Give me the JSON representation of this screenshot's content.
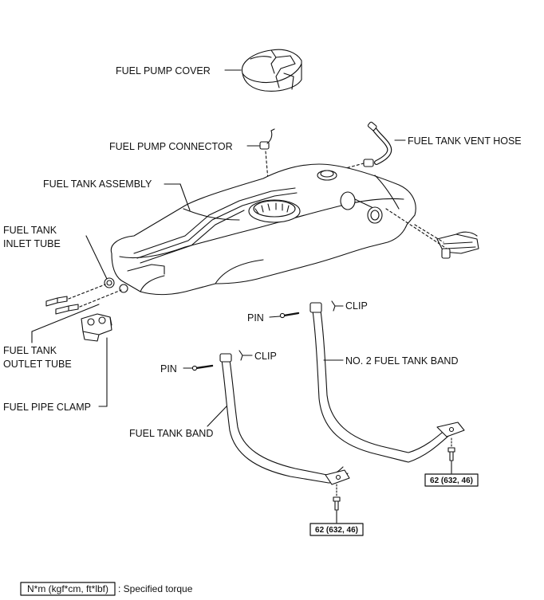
{
  "labels": {
    "fuel_pump_cover": "FUEL PUMP COVER",
    "fuel_pump_connector": "FUEL PUMP CONNECTOR",
    "fuel_tank_vent_hose": "FUEL TANK VENT HOSE",
    "fuel_tank_assembly": "FUEL TANK ASSEMBLY",
    "fuel_tank_inlet_tube_1": "FUEL TANK",
    "fuel_tank_inlet_tube_2": "INLET TUBE",
    "fuel_tank_outlet_tube_1": "FUEL TANK",
    "fuel_tank_outlet_tube_2": "OUTLET TUBE",
    "fuel_pipe_clamp": "FUEL PIPE CLAMP",
    "pin_upper": "PIN",
    "clip_upper": "CLIP",
    "pin_lower": "PIN",
    "clip_lower": "CLIP",
    "no2_fuel_tank_band": "NO. 2 FUEL TANK BAND",
    "fuel_tank_band": "FUEL TANK BAND"
  },
  "torque": {
    "right": "62 (632, 46)",
    "left": "62 (632, 46)"
  },
  "legend": {
    "unit_box": "N*m (kgf*cm, ft*lbf)",
    "description": ": Specified torque"
  }
}
